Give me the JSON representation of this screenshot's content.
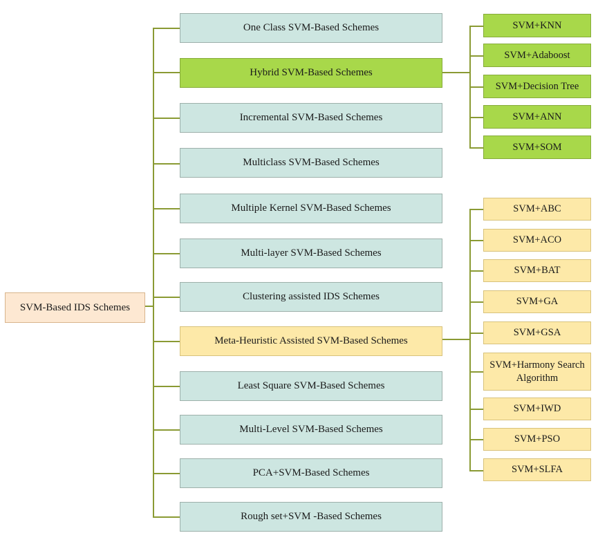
{
  "root": {
    "label": "SVM-Based IDS Schemes"
  },
  "categories": [
    "One Class SVM-Based Schemes",
    "Hybrid SVM-Based Schemes",
    "Incremental SVM-Based Schemes",
    "Multiclass SVM-Based Schemes",
    "Multiple Kernel SVM-Based Schemes",
    "Multi-layer SVM-Based Schemes",
    "Clustering assisted IDS Schemes",
    "Meta-Heuristic Assisted  SVM-Based Schemes",
    "Least Square SVM-Based Schemes",
    "Multi-Level SVM-Based Schemes",
    "PCA+SVM-Based Schemes",
    "Rough set+SVM -Based Schemes"
  ],
  "hybrid_children": [
    "SVM+KNN",
    "SVM+Adaboost",
    "SVM+Decision Tree",
    "SVM+ANN",
    "SVM+SOM"
  ],
  "meta_children": [
    "SVM+ABC",
    "SVM+ACO",
    "SVM+BAT",
    "SVM+GA",
    "SVM+GSA",
    "SVM+Harmony Search Algorithm",
    "SVM+IWD",
    "SVM+PSO",
    "SVM+SLFA"
  ],
  "colors": {
    "connector": "#8a9a33",
    "root_fill": "#fde8d2",
    "category_fill": "#cde6e1",
    "hybrid_fill": "#a8d84a",
    "meta_fill": "#fde9a8"
  }
}
